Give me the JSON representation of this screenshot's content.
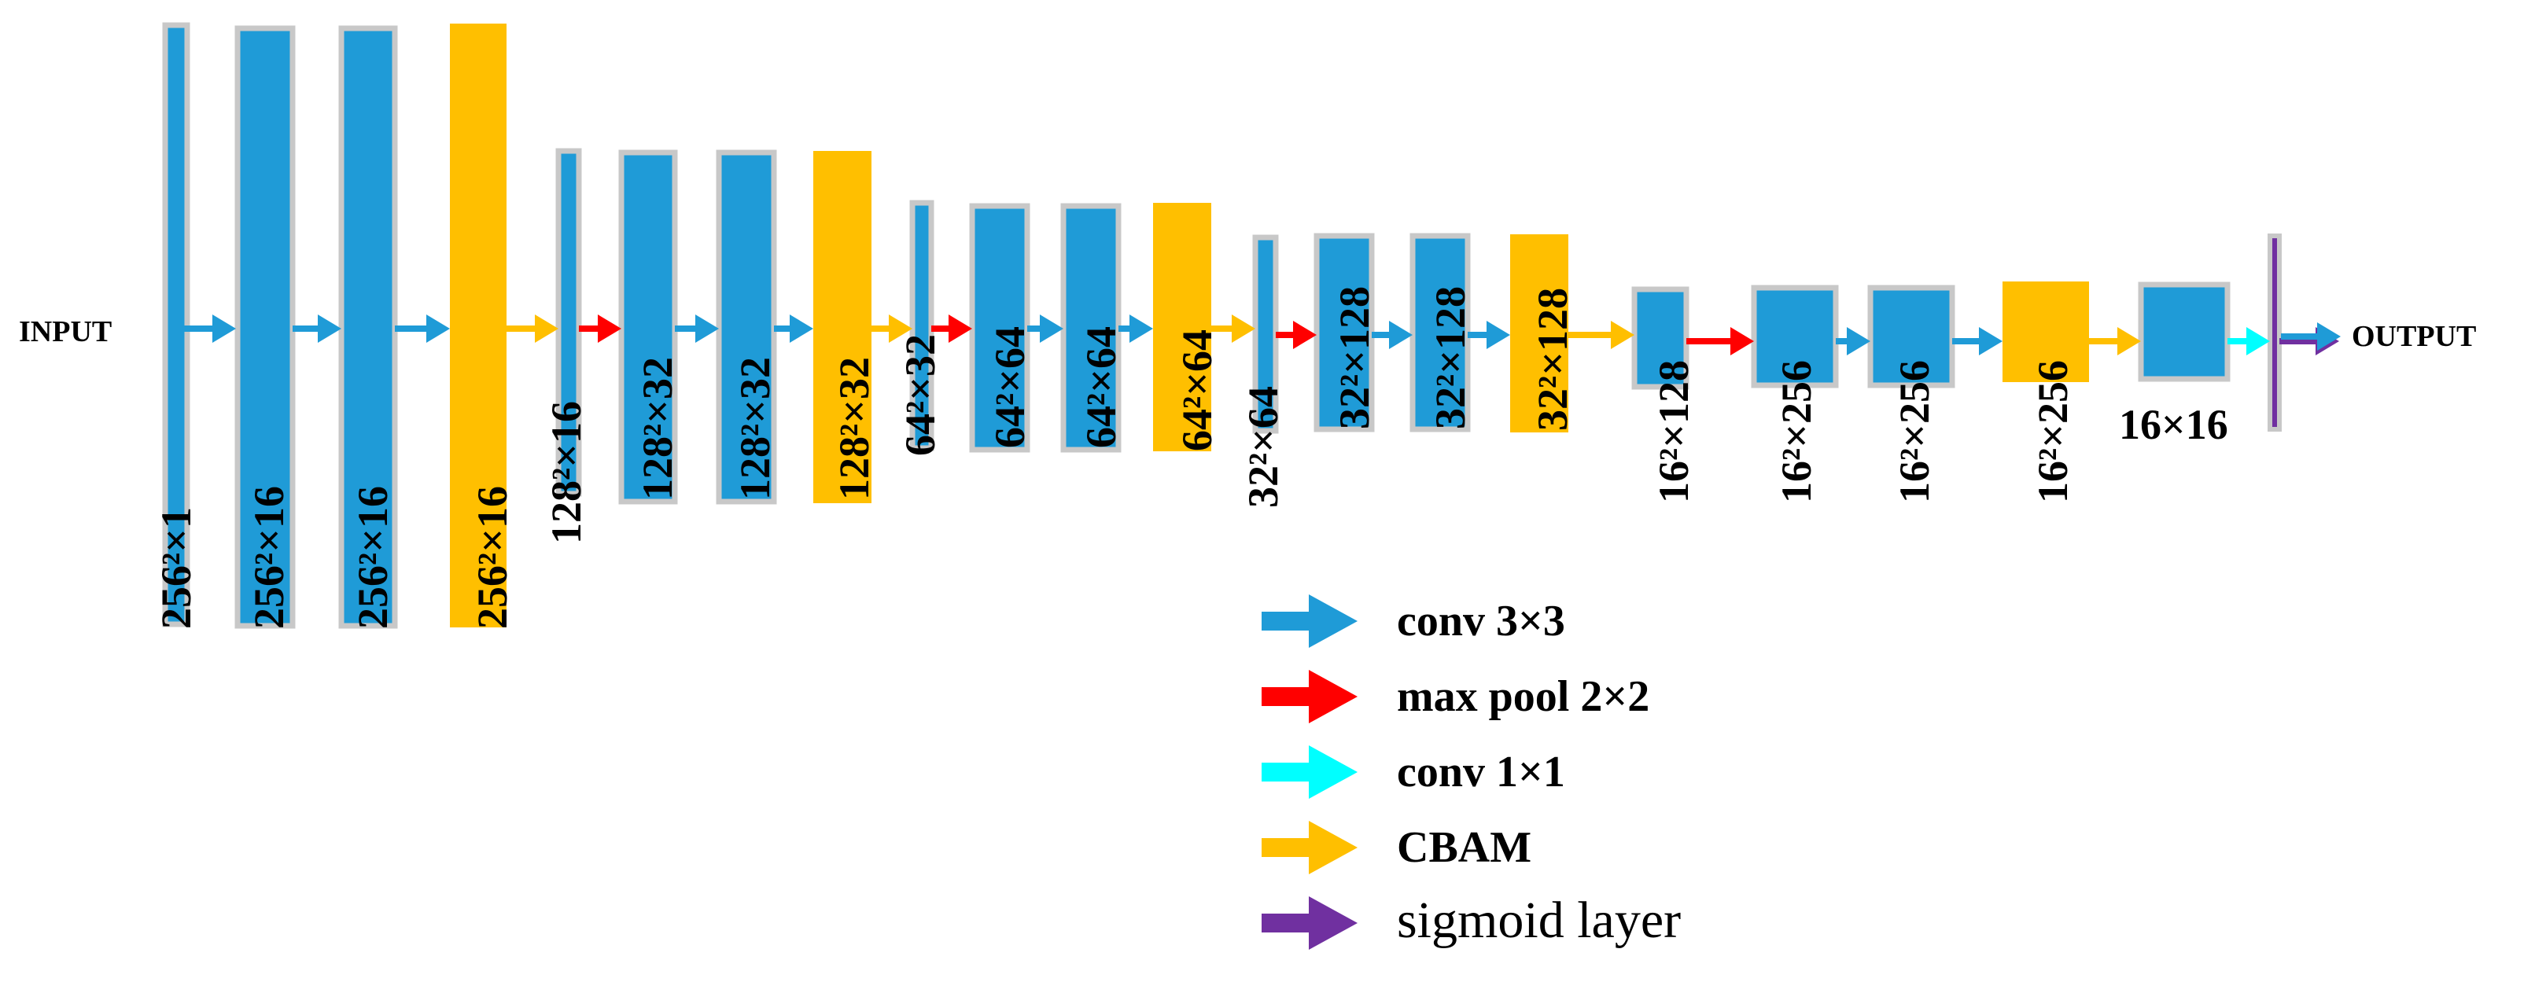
{
  "diagram": {
    "input_label": "INPUT",
    "output_label": "OUTPUT",
    "colors": {
      "conv_block": "#1f9bd7",
      "cbam_block": "#ffbf00",
      "block_border": "#c8c8c8",
      "conv3x3": "#1f9bd7",
      "maxpool": "#ff0000",
      "conv1x1": "#00ffff",
      "cbam": "#ffbf00",
      "sigmoid": "#7030a0"
    },
    "layers": [
      {
        "label": "256²×1",
        "kind": "conv"
      },
      {
        "label": "256²×16",
        "kind": "conv"
      },
      {
        "label": "256²×16",
        "kind": "conv"
      },
      {
        "label": "256²×16",
        "kind": "cbam"
      },
      {
        "label": "128²×16",
        "kind": "conv"
      },
      {
        "label": "128²×32",
        "kind": "conv"
      },
      {
        "label": "128²×32",
        "kind": "conv"
      },
      {
        "label": "128²×32",
        "kind": "cbam"
      },
      {
        "label": "64²×32",
        "kind": "conv"
      },
      {
        "label": "64²×64",
        "kind": "conv"
      },
      {
        "label": "64²×64",
        "kind": "conv"
      },
      {
        "label": "64²×64",
        "kind": "cbam"
      },
      {
        "label": "32²×64",
        "kind": "conv"
      },
      {
        "label": "32²×128",
        "kind": "conv"
      },
      {
        "label": "32²×128",
        "kind": "conv"
      },
      {
        "label": "32²×128",
        "kind": "cbam"
      },
      {
        "label": "16²×128",
        "kind": "conv"
      },
      {
        "label": "16²×256",
        "kind": "conv"
      },
      {
        "label": "16²×256",
        "kind": "conv"
      },
      {
        "label": "16²×256",
        "kind": "cbam"
      },
      {
        "label": "16×16",
        "kind": "conv"
      },
      {
        "label": "",
        "kind": "output"
      }
    ],
    "arrows": [
      "conv3x3",
      "conv3x3",
      "conv3x3",
      "cbam",
      "maxpool",
      "conv3x3",
      "conv3x3",
      "cbam",
      "maxpool",
      "conv3x3",
      "conv3x3",
      "cbam",
      "maxpool",
      "conv3x3",
      "conv3x3",
      "cbam",
      "maxpool",
      "conv3x3",
      "conv3x3",
      "cbam",
      "conv1x1",
      "sigmoid",
      "conv3x3"
    ],
    "legend": [
      {
        "key": "conv3x3",
        "label": "conv 3×3",
        "bold": true
      },
      {
        "key": "maxpool",
        "label": "max pool 2×2",
        "bold": true
      },
      {
        "key": "conv1x1",
        "label": "conv 1×1",
        "bold": true
      },
      {
        "key": "cbam",
        "label": "CBAM",
        "bold": true
      },
      {
        "key": "sigmoid",
        "label": "sigmoid layer",
        "bold": false
      }
    ]
  }
}
